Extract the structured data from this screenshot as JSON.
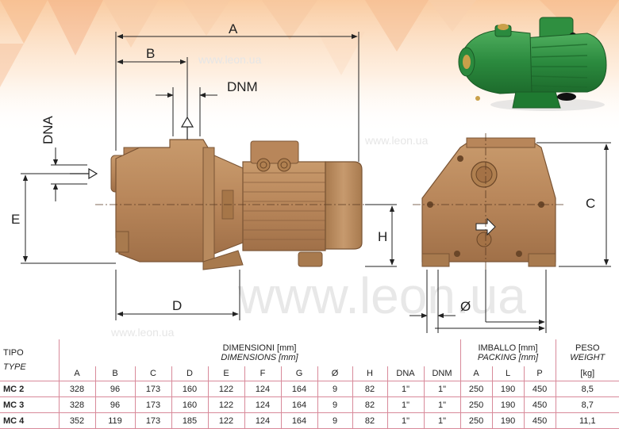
{
  "watermark": {
    "big": "www.leon.ua",
    "small": "www.leon.ua"
  },
  "labels": {
    "A": "A",
    "B": "B",
    "DNM": "DNM",
    "DNA": "DNA",
    "E": "E",
    "D": "D",
    "H": "H",
    "C": "C",
    "O": "Ø"
  },
  "table": {
    "tipo": "TIPO",
    "type": "TYPE",
    "dimensioni": "DIMENSIONI [mm]",
    "dimensions": "DIMENSIONS [mm]",
    "imballo": "IMBALLO [mm]",
    "packing": "PACKING [mm]",
    "peso": "PESO",
    "weight": "WEIGHT",
    "kg": "[kg]",
    "columns": [
      "A",
      "B",
      "C",
      "D",
      "E",
      "F",
      "G",
      "Ø",
      "H",
      "DNA",
      "DNM"
    ],
    "pack_columns": [
      "A",
      "L",
      "P"
    ],
    "rows": [
      {
        "model": "MC 2",
        "values": [
          "328",
          "96",
          "173",
          "160",
          "122",
          "124",
          "164",
          "9",
          "82",
          "1\"",
          "1\""
        ],
        "pack": [
          "250",
          "190",
          "450"
        ],
        "weight": "8,5"
      },
      {
        "model": "MC 3",
        "values": [
          "328",
          "96",
          "173",
          "160",
          "122",
          "124",
          "164",
          "9",
          "82",
          "1\"",
          "1\""
        ],
        "pack": [
          "250",
          "190",
          "450"
        ],
        "weight": "8,7"
      },
      {
        "model": "MC 4",
        "values": [
          "352",
          "119",
          "173",
          "185",
          "122",
          "124",
          "164",
          "9",
          "82",
          "1\"",
          "1\""
        ],
        "pack": [
          "250",
          "190",
          "450"
        ],
        "weight": "11,1"
      }
    ]
  }
}
